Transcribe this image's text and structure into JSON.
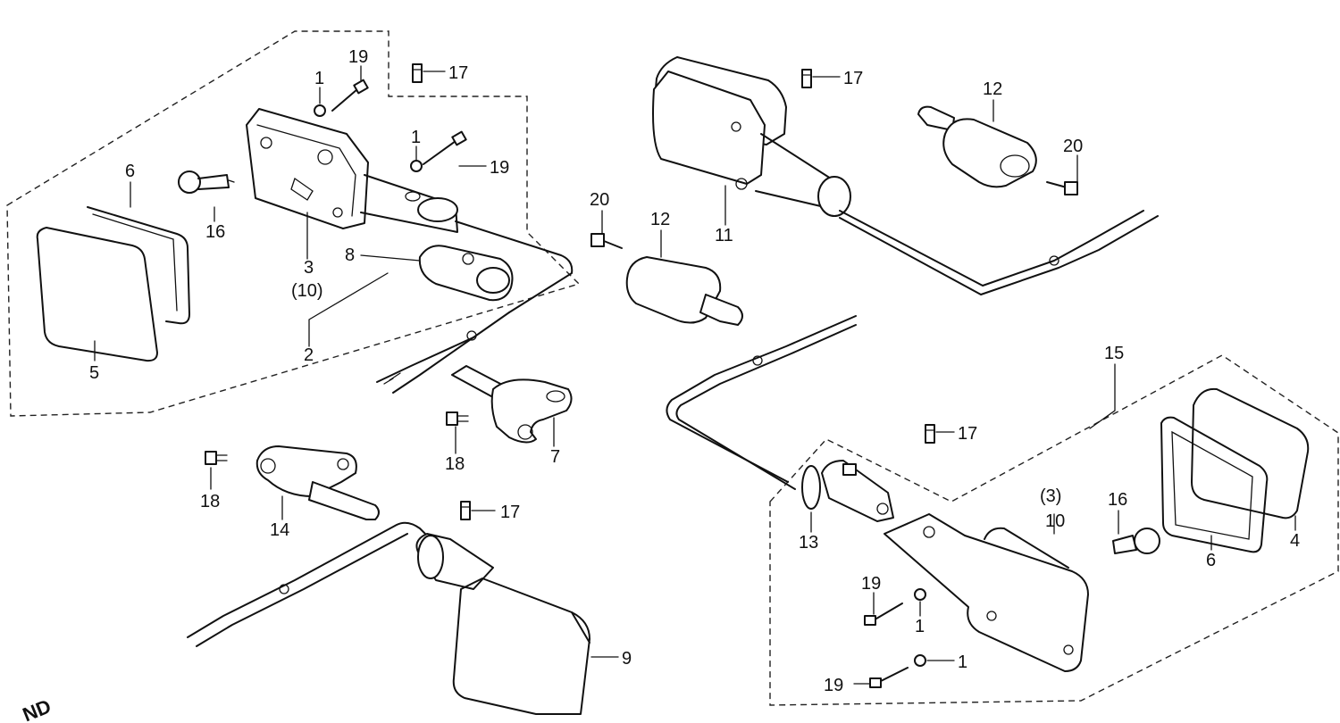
{
  "labels": {
    "p1a": "1",
    "p19a": "19",
    "p17a": "17",
    "p1b": "1",
    "p19b": "19",
    "p6a": "6",
    "p16a": "16",
    "p3a": "3",
    "p10a": "(10)",
    "p8": "8",
    "p2": "2",
    "p5": "5",
    "p17b": "17",
    "p12a": "12",
    "p20a": "20",
    "p11": "11",
    "p20b": "20",
    "p12b": "12",
    "p18a": "18",
    "p7": "7",
    "p18b": "18",
    "p14": "14",
    "p17c": "17",
    "p9": "9",
    "p15": "15",
    "p17d": "17",
    "p3b": "(3)",
    "p10b": "10",
    "p16b": "16",
    "p13": "13",
    "p6b": "6",
    "p4": "4",
    "p19c": "19",
    "p1c": "1",
    "p1d": "1",
    "p19d": "19"
  },
  "corner_text": "ND"
}
